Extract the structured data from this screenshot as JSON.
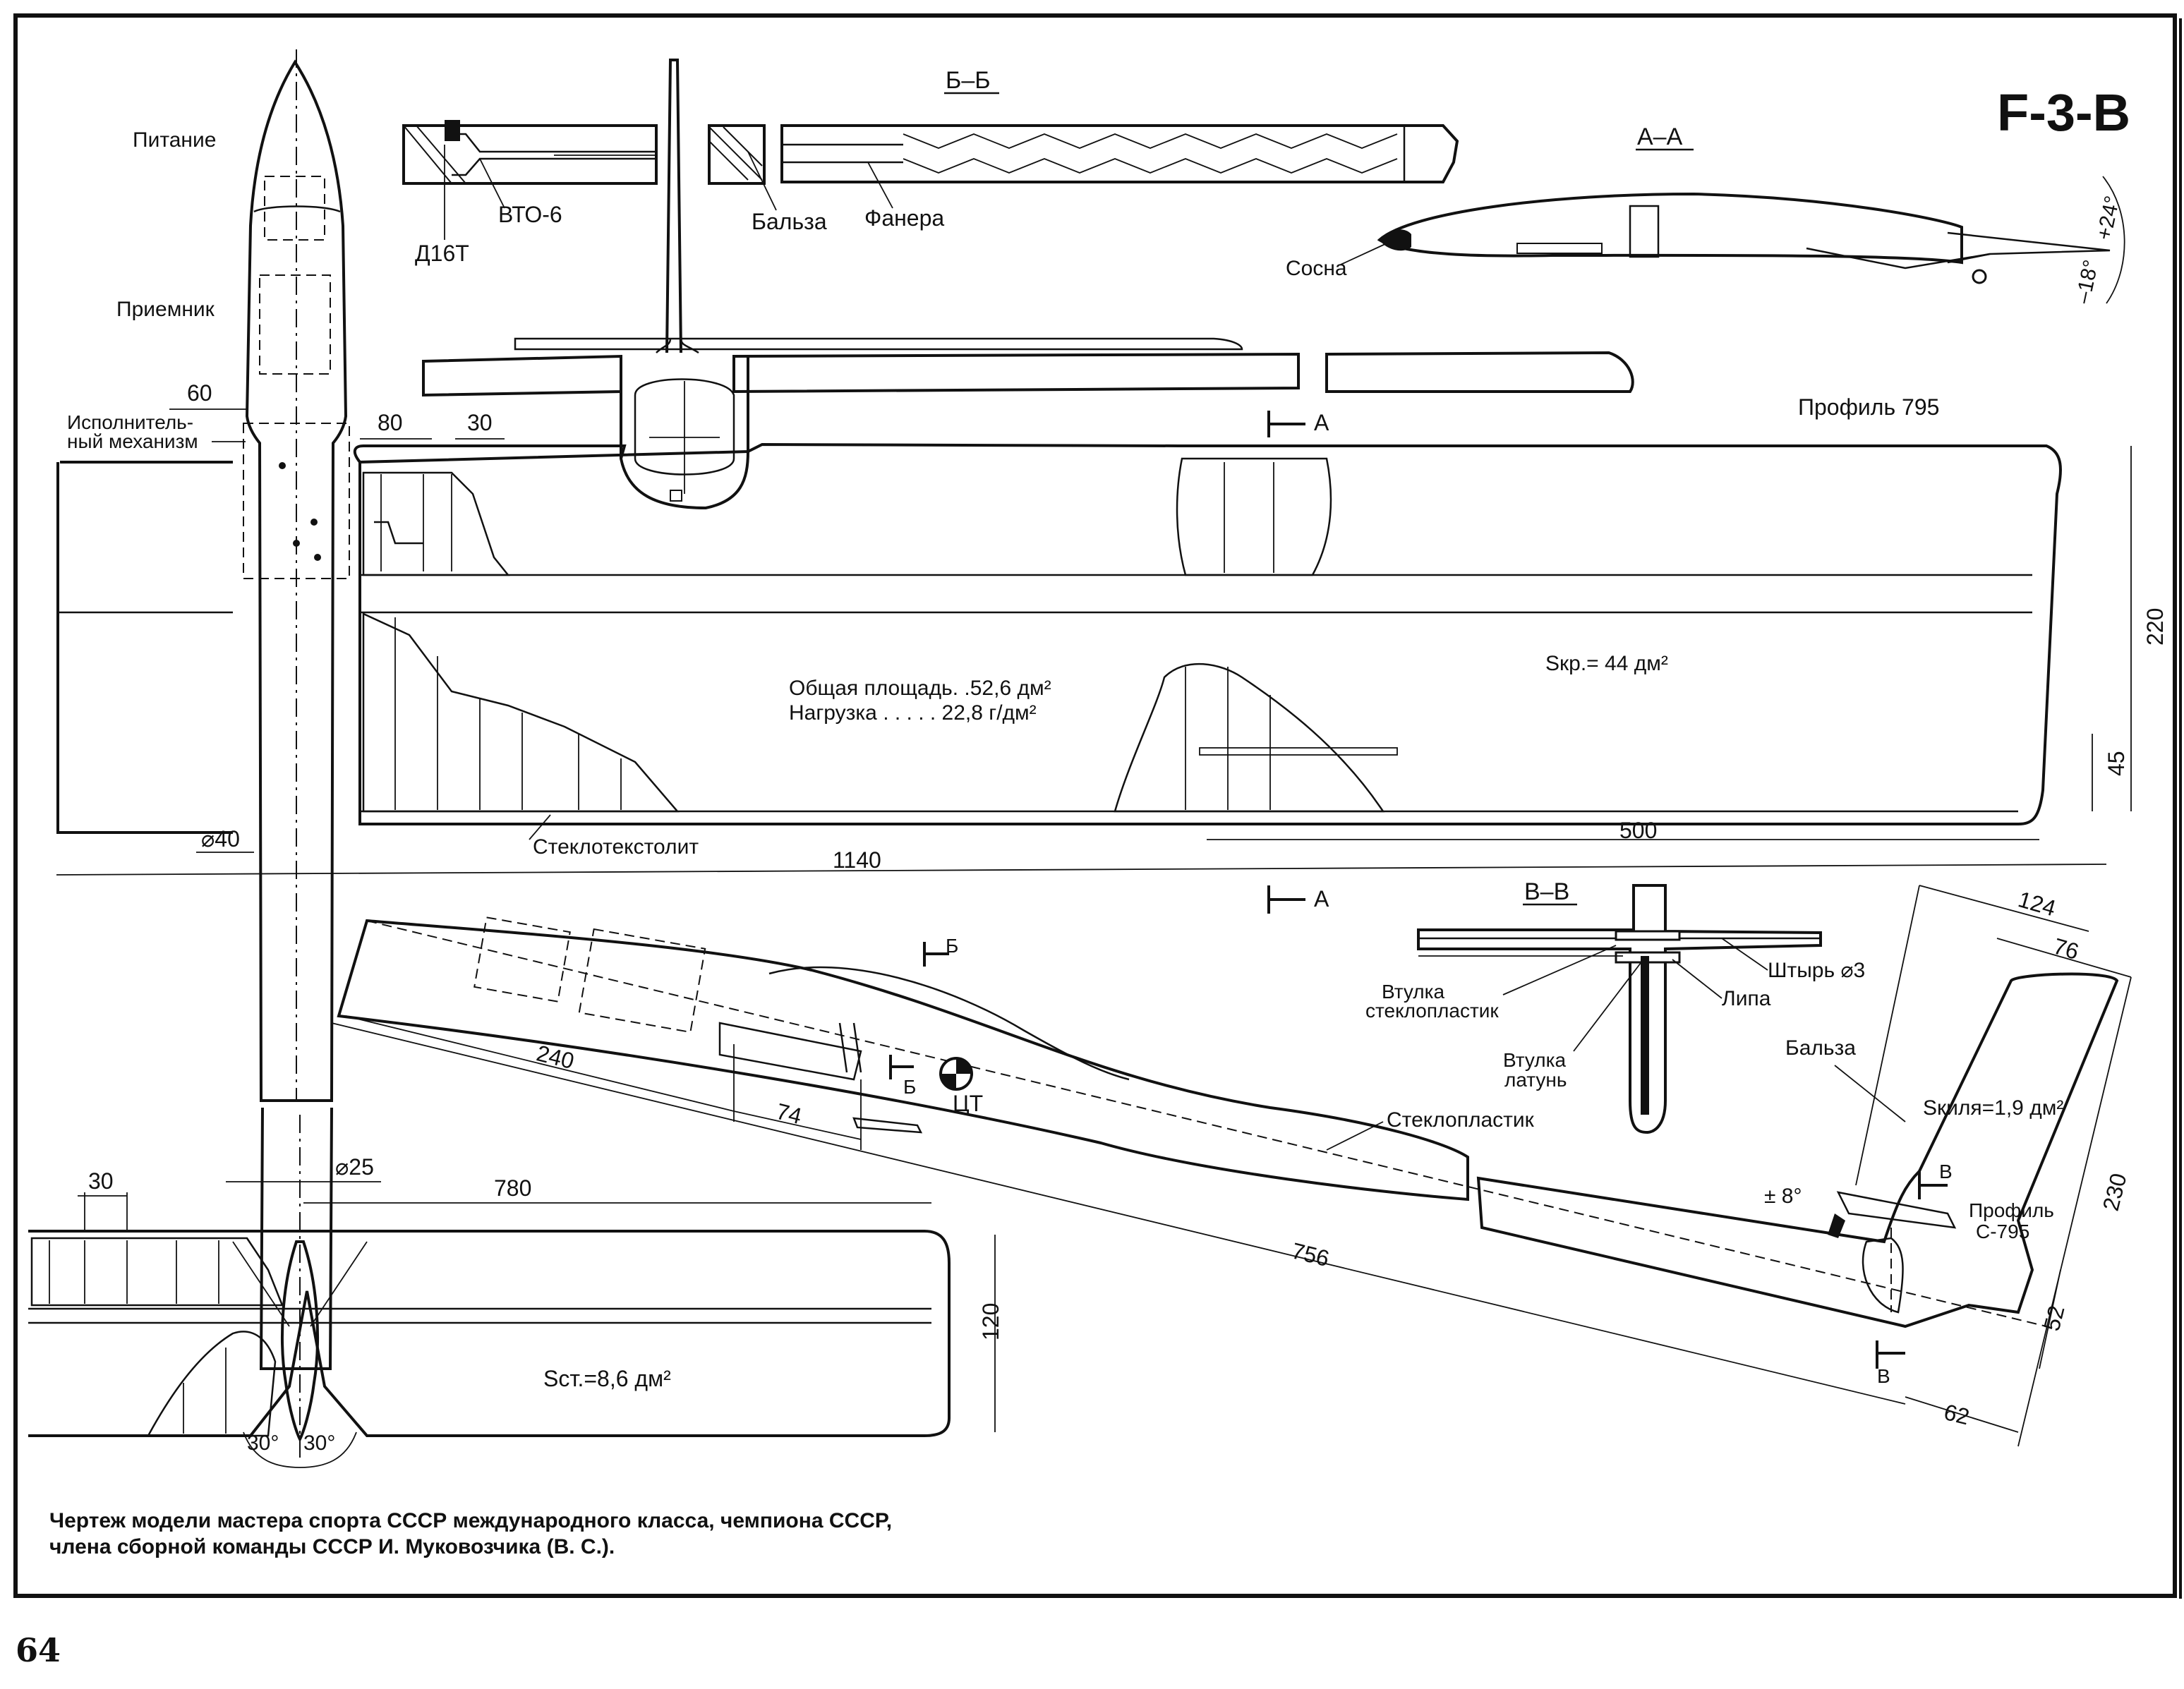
{
  "model_code": "F-3-B",
  "sections": {
    "bb": "Б–Б",
    "aa": "А–А",
    "vv": "В–В",
    "mark_a": "А",
    "mark_b": "Б",
    "mark_v": "В"
  },
  "fuselage_top": {
    "power": "Питание",
    "receiver": "Приемник",
    "actuator": "Исполнитель-\nный механизм",
    "dim_60": "60",
    "dim_80": "80",
    "dim_30": "30",
    "dim_d40": "⌀40",
    "dim_d25": "⌀25"
  },
  "section_bb": {
    "vto": "ВТО-6",
    "d16t": "Д16Т",
    "balsa": "Бальза",
    "plywood": "Фанера"
  },
  "section_aa": {
    "pine": "Сосна",
    "ang_plus": "+24°",
    "ang_minus": "–18°"
  },
  "wing": {
    "profile": "Профиль  795",
    "area": "Общая площадь. .52,6 дм²",
    "load": "Нагрузка . . . . .  22,8 г/дм²",
    "s_wing": "Sкр.= 44 дм²",
    "glass_textolite": "Стеклотекстолит",
    "dim_1140": "1140",
    "dim_500": "500",
    "dim_220": "220",
    "dim_45": "45"
  },
  "fuselage_side": {
    "dim_240": "240",
    "dim_74": "74",
    "dim_756": "756",
    "cg": "ЦТ",
    "fiberglass": "Стеклопластик",
    "balsa": "Бальза",
    "s_fin": "Sкиля=1,9 дм²",
    "fin_profile": "Профиль\nС-795",
    "angle": "± 8°",
    "dim_124": "124",
    "dim_76": "76",
    "dim_230": "230",
    "dim_52": "52",
    "dim_62": "62"
  },
  "section_vv": {
    "pin": "Штырь ⌀3",
    "bush_glass": "Втулка\nстеклопластик",
    "linden": "Липа",
    "bush_brass": "Втулка\nлатунь"
  },
  "stabilizer": {
    "dim_30": "30",
    "dim_780": "780",
    "dim_120": "120",
    "s_stab": "Sст.=8,6 дм²",
    "ang_left": "30°",
    "ang_right": "30°"
  },
  "caption_line1": "Чертеж  модели  мастера  спорта  СССР  международного  класса,  чемпиона  СССР,",
  "caption_line2": "члена сборной команды СССР И. Муковозчика (В. С.).",
  "page_number": "64"
}
